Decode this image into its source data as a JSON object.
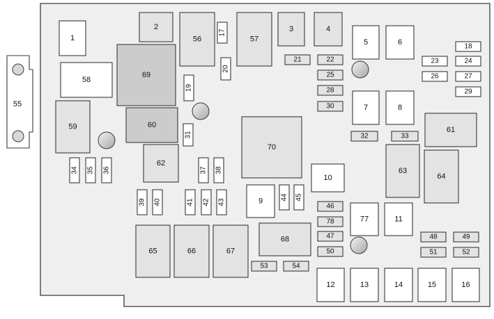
{
  "diagram": {
    "components": [
      {
        "id": "1",
        "label": "1",
        "kind": "relay"
      },
      {
        "id": "2",
        "label": "2",
        "kind": "relay"
      },
      {
        "id": "3",
        "label": "3",
        "kind": "relay"
      },
      {
        "id": "4",
        "label": "4",
        "kind": "relay"
      },
      {
        "id": "5",
        "label": "5",
        "kind": "relay"
      },
      {
        "id": "6",
        "label": "6",
        "kind": "relay"
      },
      {
        "id": "7",
        "label": "7",
        "kind": "relay"
      },
      {
        "id": "8",
        "label": "8",
        "kind": "relay"
      },
      {
        "id": "9",
        "label": "9",
        "kind": "relay"
      },
      {
        "id": "10",
        "label": "10",
        "kind": "relay"
      },
      {
        "id": "11",
        "label": "11",
        "kind": "relay"
      },
      {
        "id": "12",
        "label": "12",
        "kind": "relay"
      },
      {
        "id": "13",
        "label": "13",
        "kind": "relay"
      },
      {
        "id": "14",
        "label": "14",
        "kind": "relay"
      },
      {
        "id": "15",
        "label": "15",
        "kind": "relay"
      },
      {
        "id": "16",
        "label": "16",
        "kind": "relay"
      },
      {
        "id": "17",
        "label": "17",
        "kind": "mini-fuse"
      },
      {
        "id": "18",
        "label": "18",
        "kind": "mini-fuse"
      },
      {
        "id": "19",
        "label": "19",
        "kind": "mini-fuse"
      },
      {
        "id": "20",
        "label": "20",
        "kind": "mini-fuse"
      },
      {
        "id": "21",
        "label": "21",
        "kind": "mini-fuse"
      },
      {
        "id": "22",
        "label": "22",
        "kind": "mini-fuse"
      },
      {
        "id": "23",
        "label": "23",
        "kind": "mini-fuse"
      },
      {
        "id": "24",
        "label": "24",
        "kind": "mini-fuse"
      },
      {
        "id": "25",
        "label": "25",
        "kind": "mini-fuse"
      },
      {
        "id": "26",
        "label": "26",
        "kind": "mini-fuse"
      },
      {
        "id": "27",
        "label": "27",
        "kind": "mini-fuse"
      },
      {
        "id": "28",
        "label": "28",
        "kind": "mini-fuse"
      },
      {
        "id": "29",
        "label": "29",
        "kind": "mini-fuse"
      },
      {
        "id": "30",
        "label": "30",
        "kind": "mini-fuse"
      },
      {
        "id": "31",
        "label": "31",
        "kind": "mini-fuse"
      },
      {
        "id": "32",
        "label": "32",
        "kind": "mini-fuse"
      },
      {
        "id": "33",
        "label": "33",
        "kind": "mini-fuse"
      },
      {
        "id": "34",
        "label": "34",
        "kind": "mini-fuse"
      },
      {
        "id": "35",
        "label": "35",
        "kind": "mini-fuse"
      },
      {
        "id": "36",
        "label": "36",
        "kind": "mini-fuse"
      },
      {
        "id": "37",
        "label": "37",
        "kind": "mini-fuse"
      },
      {
        "id": "38",
        "label": "38",
        "kind": "mini-fuse"
      },
      {
        "id": "39",
        "label": "39",
        "kind": "mini-fuse"
      },
      {
        "id": "40",
        "label": "40",
        "kind": "mini-fuse"
      },
      {
        "id": "41",
        "label": "41",
        "kind": "mini-fuse"
      },
      {
        "id": "42",
        "label": "42",
        "kind": "mini-fuse"
      },
      {
        "id": "43",
        "label": "43",
        "kind": "mini-fuse"
      },
      {
        "id": "44",
        "label": "44",
        "kind": "mini-fuse"
      },
      {
        "id": "45",
        "label": "45",
        "kind": "mini-fuse"
      },
      {
        "id": "46",
        "label": "46",
        "kind": "mini-fuse"
      },
      {
        "id": "47",
        "label": "47",
        "kind": "mini-fuse"
      },
      {
        "id": "48",
        "label": "48",
        "kind": "mini-fuse"
      },
      {
        "id": "49",
        "label": "49",
        "kind": "mini-fuse"
      },
      {
        "id": "50",
        "label": "50",
        "kind": "mini-fuse"
      },
      {
        "id": "51",
        "label": "51",
        "kind": "mini-fuse"
      },
      {
        "id": "52",
        "label": "52",
        "kind": "mini-fuse"
      },
      {
        "id": "53",
        "label": "53",
        "kind": "mini-fuse"
      },
      {
        "id": "54",
        "label": "54",
        "kind": "mini-fuse"
      },
      {
        "id": "55",
        "label": "55",
        "kind": "maxi-fuse"
      },
      {
        "id": "56",
        "label": "56",
        "kind": "large-relay"
      },
      {
        "id": "57",
        "label": "57",
        "kind": "large-relay"
      },
      {
        "id": "58",
        "label": "58",
        "kind": "relay"
      },
      {
        "id": "59",
        "label": "59",
        "kind": "relay"
      },
      {
        "id": "60",
        "label": "60",
        "kind": "large-relay"
      },
      {
        "id": "61",
        "label": "61",
        "kind": "large-relay"
      },
      {
        "id": "62",
        "label": "62",
        "kind": "large-relay"
      },
      {
        "id": "63",
        "label": "63",
        "kind": "large-relay"
      },
      {
        "id": "64",
        "label": "64",
        "kind": "relay"
      },
      {
        "id": "65",
        "label": "65",
        "kind": "relay"
      },
      {
        "id": "66",
        "label": "66",
        "kind": "relay"
      },
      {
        "id": "67",
        "label": "67",
        "kind": "relay"
      },
      {
        "id": "68",
        "label": "68",
        "kind": "large-relay"
      },
      {
        "id": "69",
        "label": "69",
        "kind": "large-relay"
      },
      {
        "id": "70",
        "label": "70",
        "kind": "large-relay"
      },
      {
        "id": "77",
        "label": "77",
        "kind": "relay"
      },
      {
        "id": "78",
        "label": "78",
        "kind": "mini-fuse"
      }
    ]
  }
}
